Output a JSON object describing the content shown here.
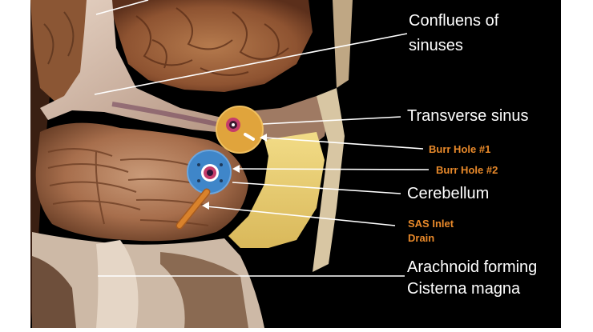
{
  "labels": {
    "confluens_line1": "Confluens of",
    "confluens_line2": "sinuses",
    "transverse_sinus": "Transverse sinus",
    "burr_hole_1": "Burr Hole  #1",
    "burr_hole_2": "Burr Hole #2",
    "cerebellum": "Cerebellum",
    "sas_inlet_line1": "SAS Inlet",
    "sas_inlet_line2": "Drain",
    "arachnoid_line1": "Arachnoid forming",
    "arachnoid_line2": "Cisterna magna"
  },
  "colors": {
    "background": "#000000",
    "white_label": "#ffffff",
    "orange_label": "#e8892a",
    "burr_hole_1_fill": "#e0a43c",
    "burr_hole_2_fill": "#3f86c9",
    "drain_tube": "#d9822b"
  }
}
